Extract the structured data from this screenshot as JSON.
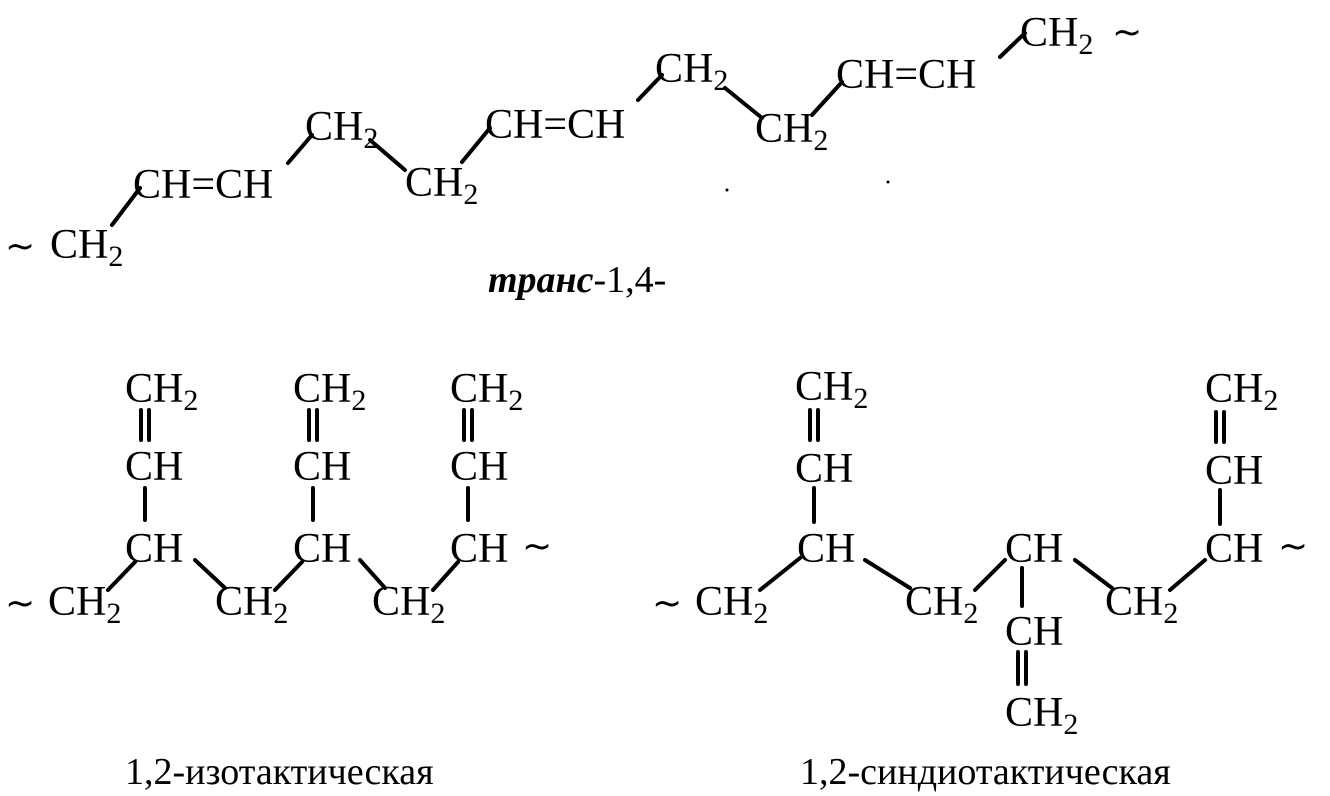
{
  "groups": {
    "ch2": "CH",
    "ch": "CH",
    "sub2": "2",
    "tilde": "~",
    "double_bond": "=",
    "chd": "CH=CH"
  },
  "captions": {
    "trans_prefix": "транс",
    "trans_suffix": "-1,4-",
    "isotactic": "1,2-изотактическая",
    "syndiotactic": "1,2-синдиотактическая"
  }
}
